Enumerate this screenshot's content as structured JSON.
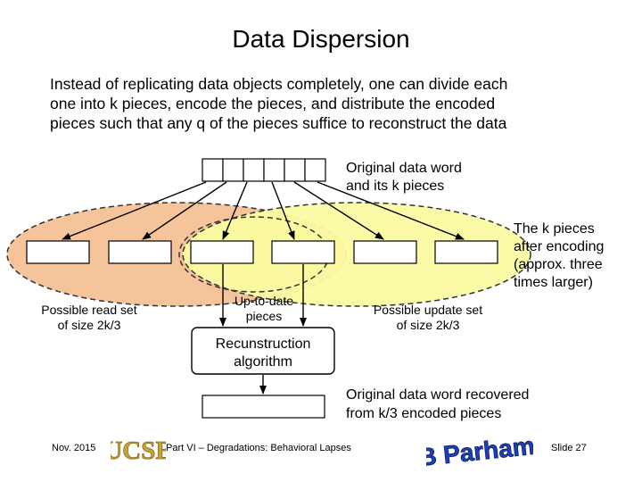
{
  "title": "Data Dispersion",
  "intro": {
    "line1": "Instead of replicating data objects completely, one can divide each",
    "line2": "one into k pieces, encode the pieces, and distribute the encoded",
    "line3": "pieces such that any q of the pieces suffice to reconstruct the data"
  },
  "labels": {
    "original_line1": "Original data word",
    "original_line2": "and its k pieces",
    "encoded_line1": "The k pieces",
    "encoded_line2": "after encoding",
    "encoded_line3": "(approx. three",
    "encoded_line4": "times larger)",
    "read_set_line1": "Possible read set",
    "read_set_line2": "of size 2k/3",
    "up_to_date_line1": "Up-to-date",
    "up_to_date_line2": "pieces",
    "update_set_line1": "Possible update set",
    "update_set_line2": "of size 2k/3",
    "recon_line1": "Recunstruction",
    "recon_line2": "algorithm",
    "recovered_line1": "Original data word recovered",
    "recovered_line2": "from k/3 encoded pieces"
  },
  "footer": {
    "date": "Nov. 2015",
    "part": "Part VI – Degradations: Behavioral Lapses",
    "slide": "Slide 27",
    "logo_ucsb_text": "UCSB",
    "logo_author_text": "B Parhami"
  },
  "colors": {
    "read_ellipse": "#f6c49a",
    "update_ellipse": "#fbfba2",
    "logo_ucsb": "#c8a23a",
    "logo_author": "#1f3fb5"
  }
}
